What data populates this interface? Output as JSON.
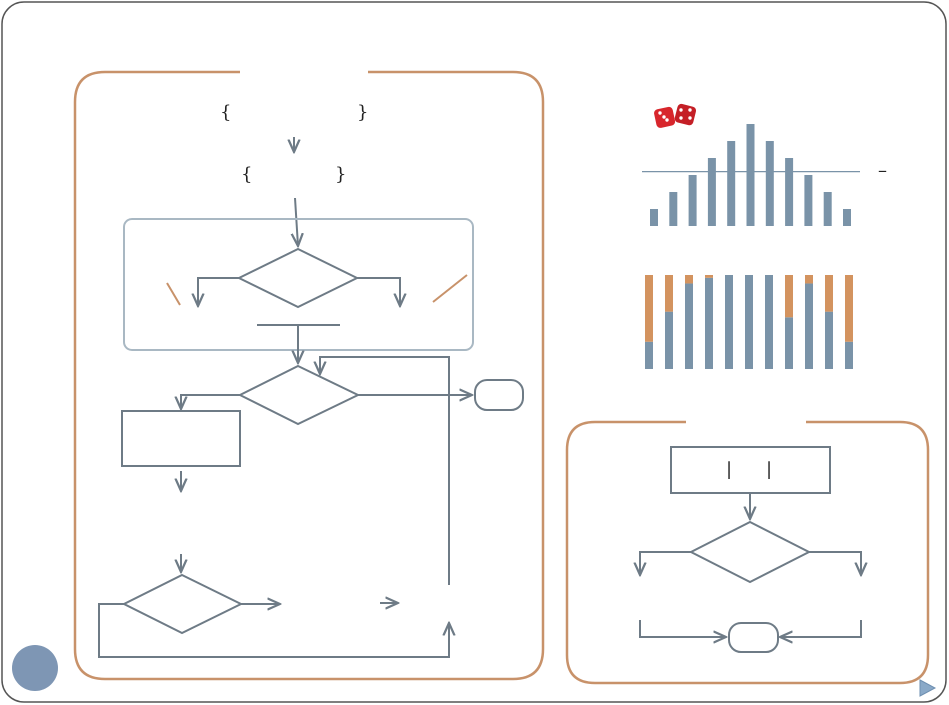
{
  "colors": {
    "frame": "#555555",
    "panel_border": "#c8926a",
    "connector": "#6e7b86",
    "inner_box_border": "#a9b8c3",
    "chart_bar": "#7a93a8",
    "chart_bar_accent": "#d3935f",
    "dice": "#d8262c",
    "slide_circle": "#7e96b4",
    "nav_arrow": "#8aa9c8"
  },
  "glyphs": {
    "brace_open": "{",
    "brace_close": "}",
    "bar": "|",
    "dash": "–"
  },
  "icons": [
    "dice-icon",
    "slide-number-circle",
    "next-slide-arrow-icon"
  ],
  "chart_data": [
    {
      "type": "bar",
      "values": [
        1,
        2,
        3,
        4,
        5,
        6,
        5,
        4,
        3,
        2,
        1
      ],
      "reference_line": 3.2
    },
    {
      "type": "bar",
      "stacked": true,
      "series": [
        {
          "values": [
            0.29,
            0.61,
            0.91,
            0.97,
            1.0,
            1.0,
            1.0,
            0.55,
            0.91,
            0.61,
            0.29
          ]
        },
        {
          "values": [
            0.71,
            0.39,
            0.09,
            0.03,
            0.0,
            0.0,
            0.0,
            0.45,
            0.09,
            0.39,
            0.71
          ]
        }
      ]
    }
  ]
}
